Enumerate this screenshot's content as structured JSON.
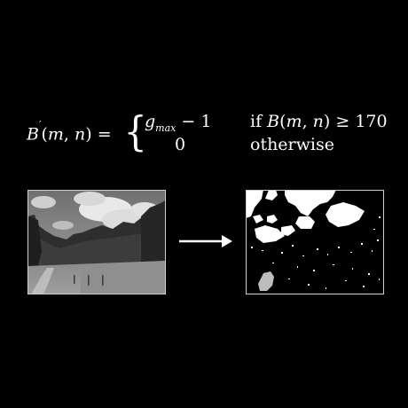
{
  "formula": {
    "lhs": "B′(m, n) =",
    "case1_value": "g_max − 1",
    "case1_condition": "if B(m, n) ≥ 170",
    "case2_value": "0",
    "case2_condition": "otherwise"
  },
  "images": {
    "original": "grayscale-landscape-photo",
    "result": "binary-thresholded-image",
    "arrow": "right-arrow-icon"
  },
  "colors": {
    "background": "#000000",
    "foreground": "#ffffff"
  }
}
